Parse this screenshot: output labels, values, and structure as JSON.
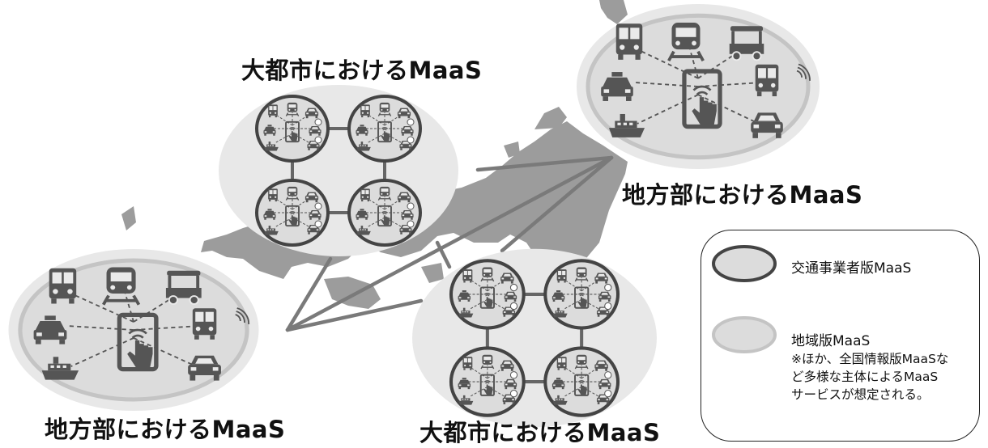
{
  "labels": {
    "city_top": "大都市におけるMaaS",
    "city_bottom": "大都市におけるMaaS",
    "region_right": "地方部におけるMaaS",
    "region_left": "地方部におけるMaaS"
  },
  "legend": {
    "operator_label": "交通事業者版MaaS",
    "regional_label": "地域版MaaS",
    "note_lines": [
      "※ほか、全国情報版MaaSな",
      "ど多様な主体によるMaaS",
      "サービスが想定される。"
    ]
  },
  "colors": {
    "map": "#9c9c9c",
    "ellipse_bg": "#e8e8e8",
    "regional_ring": "#c4c4c4",
    "operator_ring": "#444444",
    "connector": "#7a7a7a",
    "icon": "#555555"
  },
  "icons": [
    "bus-icon",
    "train-icon",
    "tuk-tuk-icon",
    "taxi-icon",
    "bus-icon",
    "ship-icon",
    "smartphone-touch-icon",
    "car-icon",
    "wifi-icon"
  ]
}
